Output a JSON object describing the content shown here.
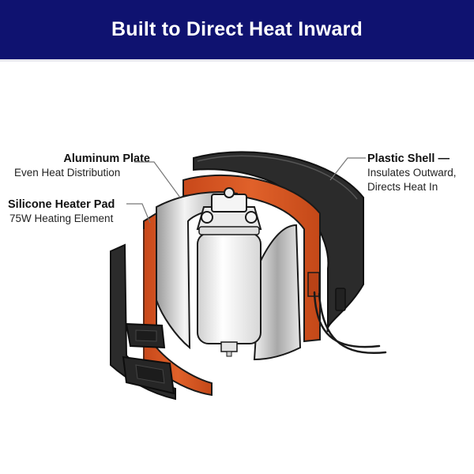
{
  "header": {
    "title": "Built to Direct Heat Inward"
  },
  "callouts": {
    "aluminum_plate": {
      "title": "Aluminum Plate",
      "subtitle": "Even Heat Distribution"
    },
    "silicone_pad": {
      "title": "Silicone Heater Pad",
      "subtitle": "75W Heating Element"
    },
    "plastic_shell": {
      "title": "Plastic Shell —",
      "line2": "Insulates Outward,",
      "line3": "Directs Heat In"
    }
  },
  "colors": {
    "banner": "#0f1270",
    "heater_pad": "#d9561e",
    "shell": "#2b2b2b",
    "aluminum": "#d8d8d8",
    "filter": "#f2f2f2"
  }
}
